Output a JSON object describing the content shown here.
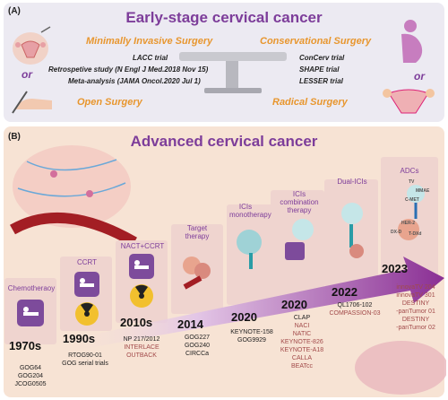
{
  "panel_a": {
    "label": "(A)",
    "title": "Early-stage cervical cancer",
    "mis": "Minimally Invasive Surgery",
    "open": "Open Surgery",
    "conservational": "Conservational Surgery",
    "radical": "Radical Surgery",
    "or_left": "or",
    "or_right": "or",
    "trials_left": [
      "LACC trial",
      "Retrospetive study (N Engl J Med.2018 Nov 15)",
      "Meta-analysis (JAMA Oncol.2020 Jul 1)"
    ],
    "trials_right": [
      "ConCerv trial",
      "SHAPE trial",
      "LESSER trial"
    ]
  },
  "panel_b": {
    "label": "(B)",
    "title": "Advanced cervical cancer",
    "columns": [
      {
        "head": "Chemotheraoy",
        "year": "1970s",
        "trials": [
          "GOG64",
          "GOG204",
          "JCOG0505"
        ],
        "trial_colors": [
          "dark",
          "dark",
          "dark"
        ]
      },
      {
        "head": "CCRT",
        "year": "1990s",
        "trials": [
          "RTOG90-01",
          "GOG serial trials"
        ],
        "trial_colors": [
          "dark",
          "dark"
        ]
      },
      {
        "head": "NACT+CCRT",
        "year": "2010s",
        "trials": [
          "NP 217/2012",
          "INTERLACE",
          "OUTBACK"
        ],
        "trial_colors": [
          "dark",
          "red",
          "red"
        ]
      },
      {
        "head": "Target therapy",
        "year": "2014",
        "trials": [
          "GOG227",
          "GOG240",
          "CIRCCa"
        ],
        "trial_colors": [
          "dark",
          "dark",
          "dark"
        ]
      },
      {
        "head": "ICIs monotherapy",
        "year": "2020",
        "trials": [
          "KEYNOTE-158",
          "GOG9929"
        ],
        "trial_colors": [
          "dark",
          "dark"
        ]
      },
      {
        "head": "ICIs combination therapy",
        "year": "2020",
        "trials": [
          "CLAP",
          "NACI",
          "NATIC",
          "KEYNOTE-826",
          "KEYNOTE-A18",
          "CALLA",
          "BEATcc"
        ],
        "trial_colors": [
          "dark",
          "red",
          "red",
          "red",
          "red",
          "red",
          "red"
        ]
      },
      {
        "head": "Dual-ICIs",
        "year": "2022",
        "trials": [
          "QL1706-102",
          "COMPASSION-03"
        ],
        "trial_colors": [
          "dark",
          "red"
        ]
      },
      {
        "head": "ADCs",
        "year": "2023",
        "trials": [
          "innovaTV 204",
          "innovaTV 301",
          "DESTINY",
          "-panTumor 01",
          "DESTINY",
          "-panTumor 02"
        ],
        "trial_colors": [
          "red",
          "red",
          "red",
          "red",
          "red",
          "red"
        ]
      }
    ],
    "adc_labels": [
      "TV",
      "MMAE",
      "C-MET",
      "HER-2",
      "DX-D",
      "T-DXd"
    ]
  },
  "colors": {
    "accent": "#7d3d9a",
    "orange": "#e8962e",
    "arrow": "#9b3fa0",
    "red_trial": "#a24a4a"
  }
}
